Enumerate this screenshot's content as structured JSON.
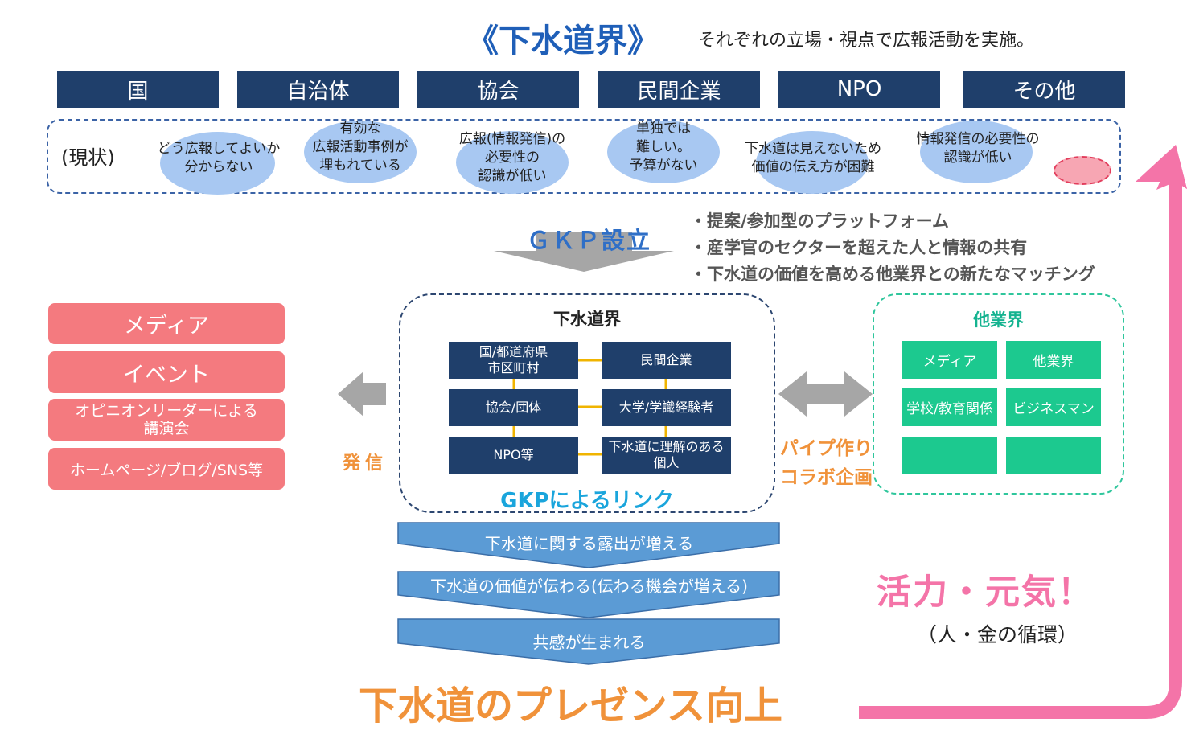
{
  "header": {
    "title": "《下水道界》",
    "subtitle": "それぞれの立場・視点で広報活動を実施。"
  },
  "categories": [
    "国",
    "自治体",
    "協会",
    "民間企業",
    "NPO",
    "その他"
  ],
  "status": {
    "label": "(現状)",
    "items": [
      {
        "lines": [
          "どう広報してよいか",
          "分からない"
        ]
      },
      {
        "lines": [
          "有効な",
          "広報活動事例が",
          "埋もれている"
        ]
      },
      {
        "lines": [
          "広報(情報発信)の",
          "必要性の",
          "認識が低い"
        ]
      },
      {
        "lines": [
          "単独では",
          "難しい。",
          "予算がない"
        ]
      },
      {
        "lines": [
          "下水道は見えないため",
          "価値の伝え方が困難"
        ]
      },
      {
        "lines": [
          "情報発信の必要性の",
          "認識が低い"
        ]
      }
    ]
  },
  "gkp": {
    "title": "ＧＫＰ設立",
    "bullets": [
      "・提案/参加型のプラットフォーム",
      "・産学官のセクターを超えた人と情報の共有",
      "・下水道の価値を高める他業界との新たなマッチング"
    ]
  },
  "outreach": {
    "items": [
      {
        "lines": [
          "メディア"
        ]
      },
      {
        "lines": [
          "イベント"
        ]
      },
      {
        "lines": [
          "オピニオンリーダーによる",
          "講演会"
        ]
      },
      {
        "lines": [
          "ホームページ/ブログ/SNS等"
        ]
      }
    ],
    "label": "発信"
  },
  "sewer_world": {
    "title": "下水道界",
    "cells": [
      {
        "lines": [
          "国/都道府県",
          "市区町村"
        ]
      },
      {
        "lines": [
          "民間企業"
        ]
      },
      {
        "lines": [
          "協会/団体"
        ]
      },
      {
        "lines": [
          "大学/学識経験者"
        ]
      },
      {
        "lines": [
          "NPO等"
        ]
      },
      {
        "lines": [
          "下水道に理解のある",
          "個人"
        ]
      }
    ],
    "link_label": "GKPによるリンク"
  },
  "other_industries": {
    "title": "他業界",
    "cells": [
      "メディア",
      "他業界",
      "学校/教育関係",
      "ビジネスマン",
      "",
      ""
    ]
  },
  "pipe": [
    "パイプ作り",
    "コラボ企画"
  ],
  "funnel": [
    "下水道に関する露出が増える",
    "下水道の価値が伝わる(伝わる機会が増える)",
    "共感が生まれる"
  ],
  "result": "下水道のプレゼンス向上",
  "cycle": {
    "title": "活力・元気！",
    "note": "（人・金の循環）"
  },
  "colors": {
    "navy": "#1f3f6b",
    "title_blue": "#1f5fb8",
    "bubble": "#a8c8f2",
    "coral": "#f47a7f",
    "green": "#1cc98f",
    "orange": "#f0923a",
    "pink": "#f474a8",
    "funnel_blue": "#5b9bd5"
  }
}
